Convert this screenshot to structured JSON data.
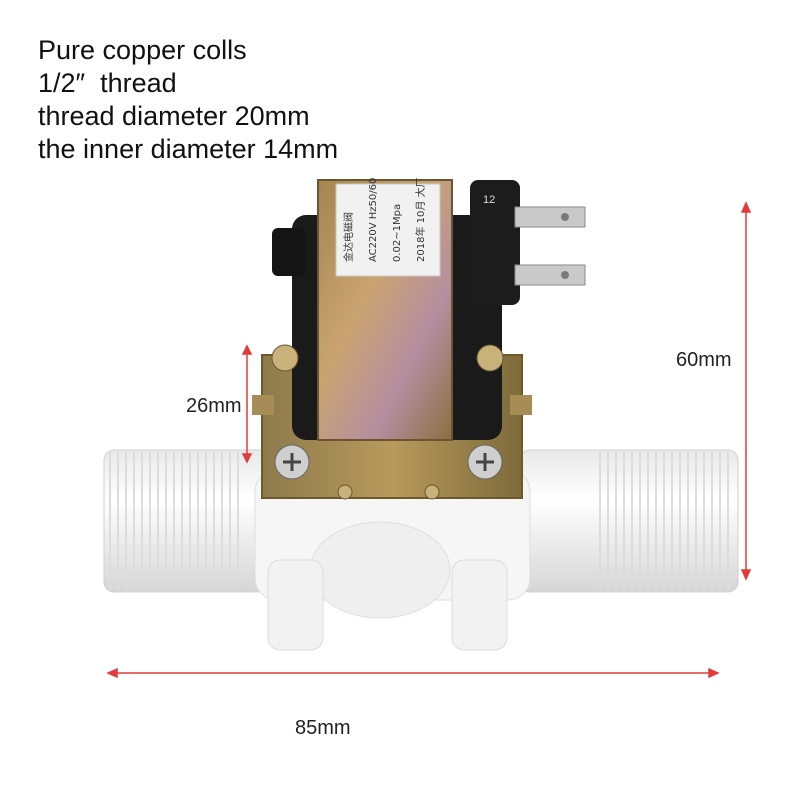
{
  "specs": [
    "Pure copper colls",
    "1/2″  thread",
    "thread diameter 20mm",
    "the inner diameter 14mm"
  ],
  "dimensions": {
    "height_small": "26mm",
    "height_total": "60mm",
    "length": "85mm"
  },
  "coil_label_lines": [
    "金达电磁阀",
    "AC220V Hz50/60",
    "0.02~1Mpa",
    "2018年 10月 大厂"
  ],
  "terminal_mark": "12",
  "accent_colors": {
    "dimension_line": "#e23b3b",
    "body": "#f4f4f4",
    "metal": "#b89a5c"
  }
}
